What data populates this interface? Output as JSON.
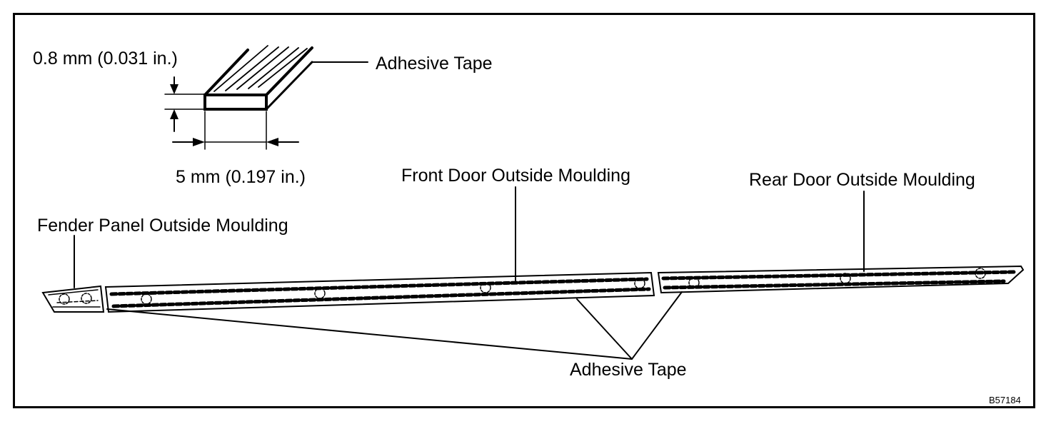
{
  "labels": {
    "thickness": "0.8 mm (0.031 in.)",
    "tape_top": "Adhesive Tape",
    "width": "5 mm (0.197 in.)",
    "front_door": "Front Door Outside Moulding",
    "rear_door": "Rear Door Outside Moulding",
    "fender": "Fender Panel Outside Moulding",
    "tape_bottom": "Adhesive Tape"
  },
  "figure_code": "B57184",
  "colors": {
    "line": "#000000",
    "background": "#ffffff"
  }
}
